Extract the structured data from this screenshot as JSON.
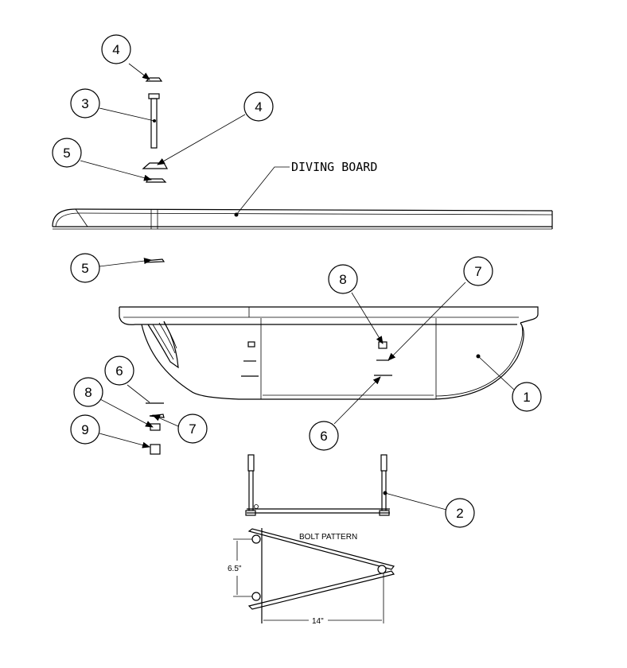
{
  "drawing": {
    "board_label": "DIVING BOARD",
    "pattern_title": "BOLT PATTERN",
    "dim_height": "6.5\"",
    "dim_width": "14\""
  },
  "callouts": [
    {
      "id": "c4a",
      "number": "4"
    },
    {
      "id": "c3",
      "number": "3"
    },
    {
      "id": "c4b",
      "number": "4"
    },
    {
      "id": "c5a",
      "number": "5"
    },
    {
      "id": "c5b",
      "number": "5"
    },
    {
      "id": "c8a",
      "number": "8"
    },
    {
      "id": "c7a",
      "number": "7"
    },
    {
      "id": "c1",
      "number": "1"
    },
    {
      "id": "c6a",
      "number": "6"
    },
    {
      "id": "c8b",
      "number": "8"
    },
    {
      "id": "c7b",
      "number": "7"
    },
    {
      "id": "c9",
      "number": "9"
    },
    {
      "id": "c6b",
      "number": "6"
    },
    {
      "id": "c2",
      "number": "2"
    }
  ]
}
